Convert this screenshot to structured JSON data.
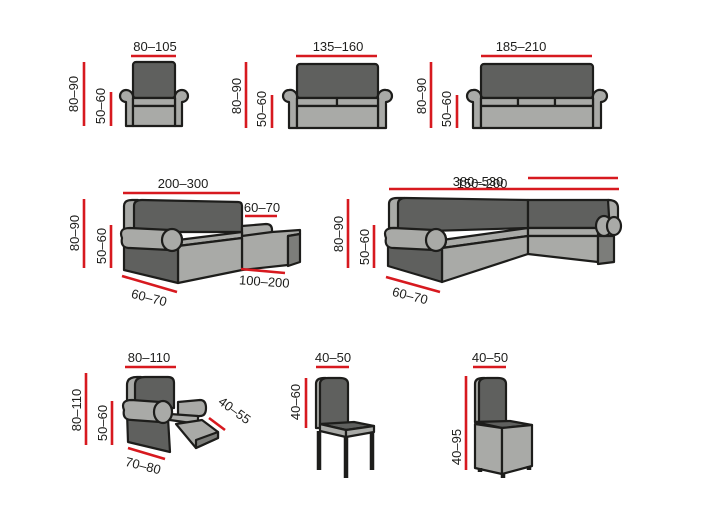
{
  "colors": {
    "dimension_line": "#d7191f",
    "upholstery_dark": "#5f605e",
    "upholstery_light": "#a9aaa7",
    "outline": "#1d1d1b"
  },
  "items": [
    {
      "name": "armchair",
      "width": "80–105",
      "height": "80–90",
      "seat_height": "50–60"
    },
    {
      "name": "two-seater-sofa",
      "width": "135–160",
      "height": "80–90",
      "seat_height": "50–60"
    },
    {
      "name": "three-seater-sofa",
      "width": "185–210",
      "height": "80–90",
      "seat_height": "50–60"
    },
    {
      "name": "chaise-corner-sofa",
      "width": "200–300",
      "chaise_width": "60–70",
      "chaise_length": "100–200",
      "height": "80–90",
      "seat_height": "50–60",
      "depth": "60–70"
    },
    {
      "name": "l-corner-sofa",
      "width": "380–530",
      "side_width": "150–200",
      "height": "80–90",
      "seat_height": "50–60",
      "depth": "60–70"
    },
    {
      "name": "recliner",
      "width": "80–110",
      "height": "80–110",
      "seat_height": "50–60",
      "depth": "70–80",
      "footrest": "40–55"
    },
    {
      "name": "chair",
      "width": "40–50",
      "backrest_height": "40–60"
    },
    {
      "name": "skirted-chair",
      "width": "40–50",
      "height": "40–95"
    }
  ]
}
